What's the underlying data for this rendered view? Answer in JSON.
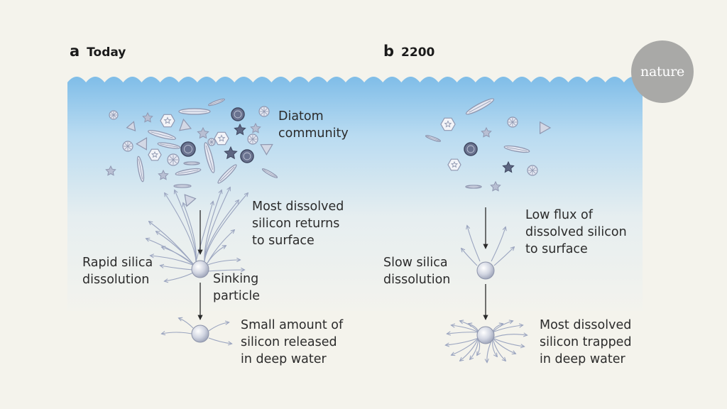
{
  "panels": {
    "a": {
      "letter": "a",
      "title": "Today"
    },
    "b": {
      "letter": "b",
      "title": "2200"
    }
  },
  "labels": {
    "a_community": [
      "Diatom",
      "community"
    ],
    "a_returns": [
      "Most dissolved",
      "silicon returns",
      "to surface"
    ],
    "a_rapid": [
      "Rapid silica",
      "dissolution"
    ],
    "a_sinking": [
      "Sinking",
      "particle"
    ],
    "a_small": [
      "Small amount of",
      "silicon released",
      "in deep water"
    ],
    "b_flux": [
      "Low flux of",
      "dissolved silicon",
      "to surface"
    ],
    "b_slow": [
      "Slow silica",
      "dissolution"
    ],
    "b_trapped": [
      "Most dissolved",
      "silicon trapped",
      "in deep water"
    ]
  },
  "logo": {
    "text": "nature"
  },
  "colors": {
    "background": "#f4f3ec",
    "water_top": "#7fbde8",
    "water_bottom": "#f2f2ec",
    "arrow_light": "#9aa4bf",
    "arrow_dark": "#2a2a2a",
    "diatom_fill": "#e5e8f2",
    "diatom_stroke": "#8f97b0",
    "diatom_dark": "#6a7390",
    "logo_bg": "#a9a9a7"
  }
}
